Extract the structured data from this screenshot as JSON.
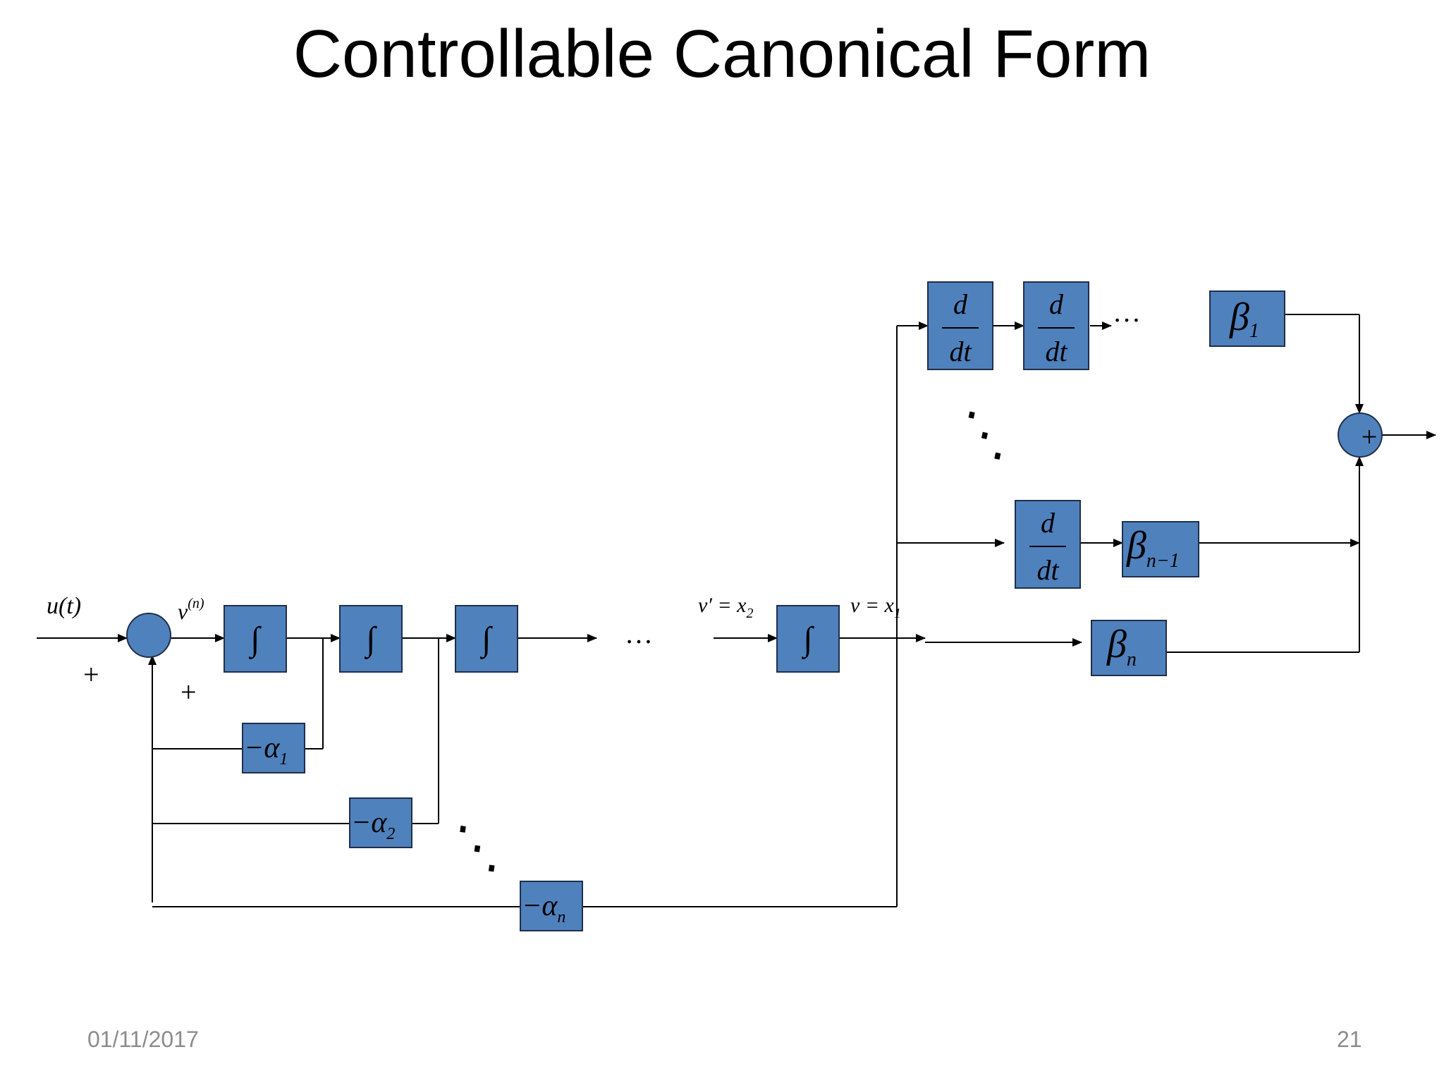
{
  "slide": {
    "title": "Controllable Canonical Form",
    "date": "01/11/2017",
    "page_number": "21"
  },
  "diagram": {
    "colors": {
      "block_fill": "#4f81bd",
      "line": "#000000"
    },
    "signals": {
      "input": "u(t)",
      "vn_base": "v",
      "vn_sup": "(n)",
      "vprime_lhs": "v′ = x",
      "vprime_sub": "2",
      "v_lhs": "v = x",
      "v_sub": "1"
    },
    "signs": {
      "input_sign": "+",
      "feedback_sign": "+"
    },
    "integrator_symbol": "∫",
    "derivative": {
      "numerator": "d",
      "denominator": "dt"
    },
    "feedback_gains": [
      {
        "label": "−α",
        "sub": "1"
      },
      {
        "label": "−α",
        "sub": "2"
      },
      {
        "label": "−α",
        "sub": "n"
      }
    ],
    "output_gains": [
      {
        "label": "β",
        "sub": "1"
      },
      {
        "label": "β",
        "sub": "n−1"
      },
      {
        "label": "β",
        "sub": "n"
      }
    ],
    "ellipsis": "…",
    "diag_dots": "⋱",
    "output_sum_sign": "+"
  }
}
